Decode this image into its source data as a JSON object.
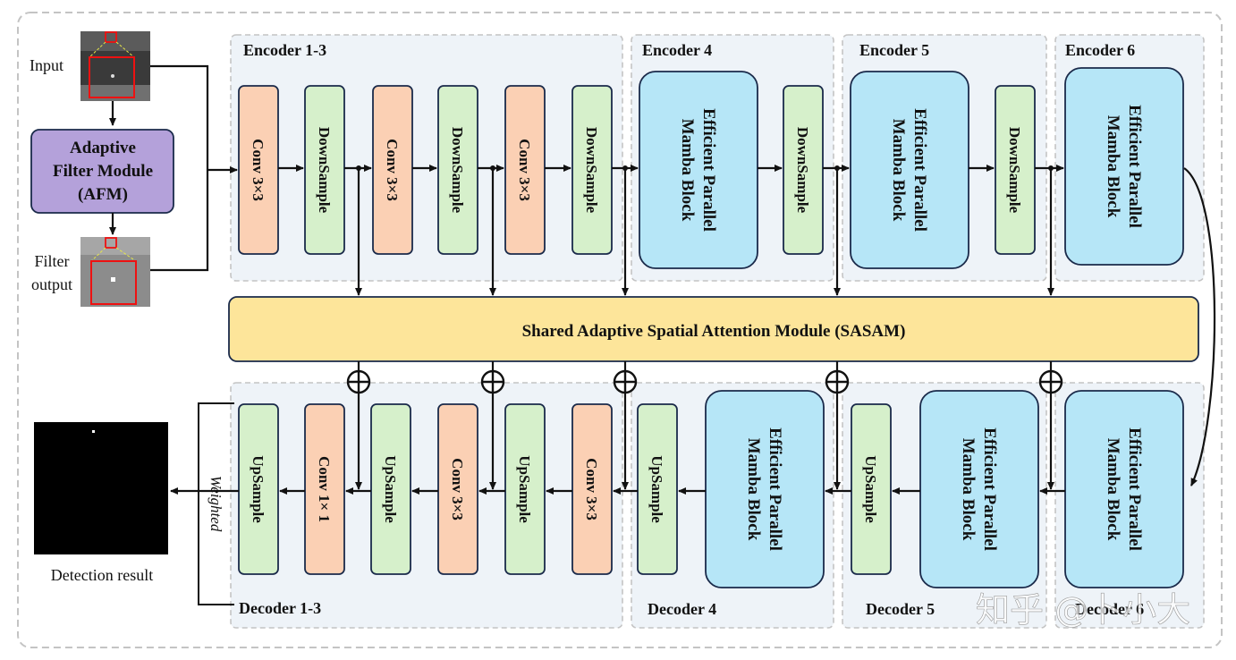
{
  "colors": {
    "conv": "#fbd0b4",
    "sample": "#d6f0cb",
    "mamba": "#b6e6f7",
    "sasam": "#fde59a",
    "afm": "#b4a1da",
    "group_border": "#c4c4c4",
    "arrow": "#111111"
  },
  "left": {
    "input_label": "Input",
    "afm_label": [
      "Adaptive",
      "Filter Module",
      "(AFM)"
    ],
    "filter_output_label": [
      "Filter",
      "output"
    ],
    "detection_label": "Detection result",
    "weighted_label": "Weighted"
  },
  "encoder": {
    "groups": [
      "Encoder 1-3",
      "Encoder 4",
      "Encoder 5",
      "Encoder 6"
    ],
    "blocks": [
      "Conv 3×3",
      "DownSample",
      "Conv 3×3",
      "DownSample",
      "Conv 3×3",
      "DownSample",
      "Efficient Parallel Mamba Block",
      "DownSample",
      "Efficient Parallel Mamba Block",
      "DownSample",
      "Efficient Parallel Mamba Block"
    ]
  },
  "sasam": {
    "label": "Shared Adaptive Spatial Attention Module (SASAM)"
  },
  "decoder": {
    "groups": [
      "Decoder 1-3",
      "Decoder 4",
      "Decoder 5",
      "Decoder 6"
    ],
    "blocks": [
      "UpSample",
      "Conv 1× 1",
      "UpSample",
      "Conv 3×3",
      "UpSample",
      "Conv 3×3",
      "UpSample",
      "Efficient Parallel Mamba Block",
      "UpSample",
      "Efficient Parallel Mamba Block",
      "Efficient Parallel Mamba Block"
    ]
  },
  "watermark": "知乎 @卜小大"
}
